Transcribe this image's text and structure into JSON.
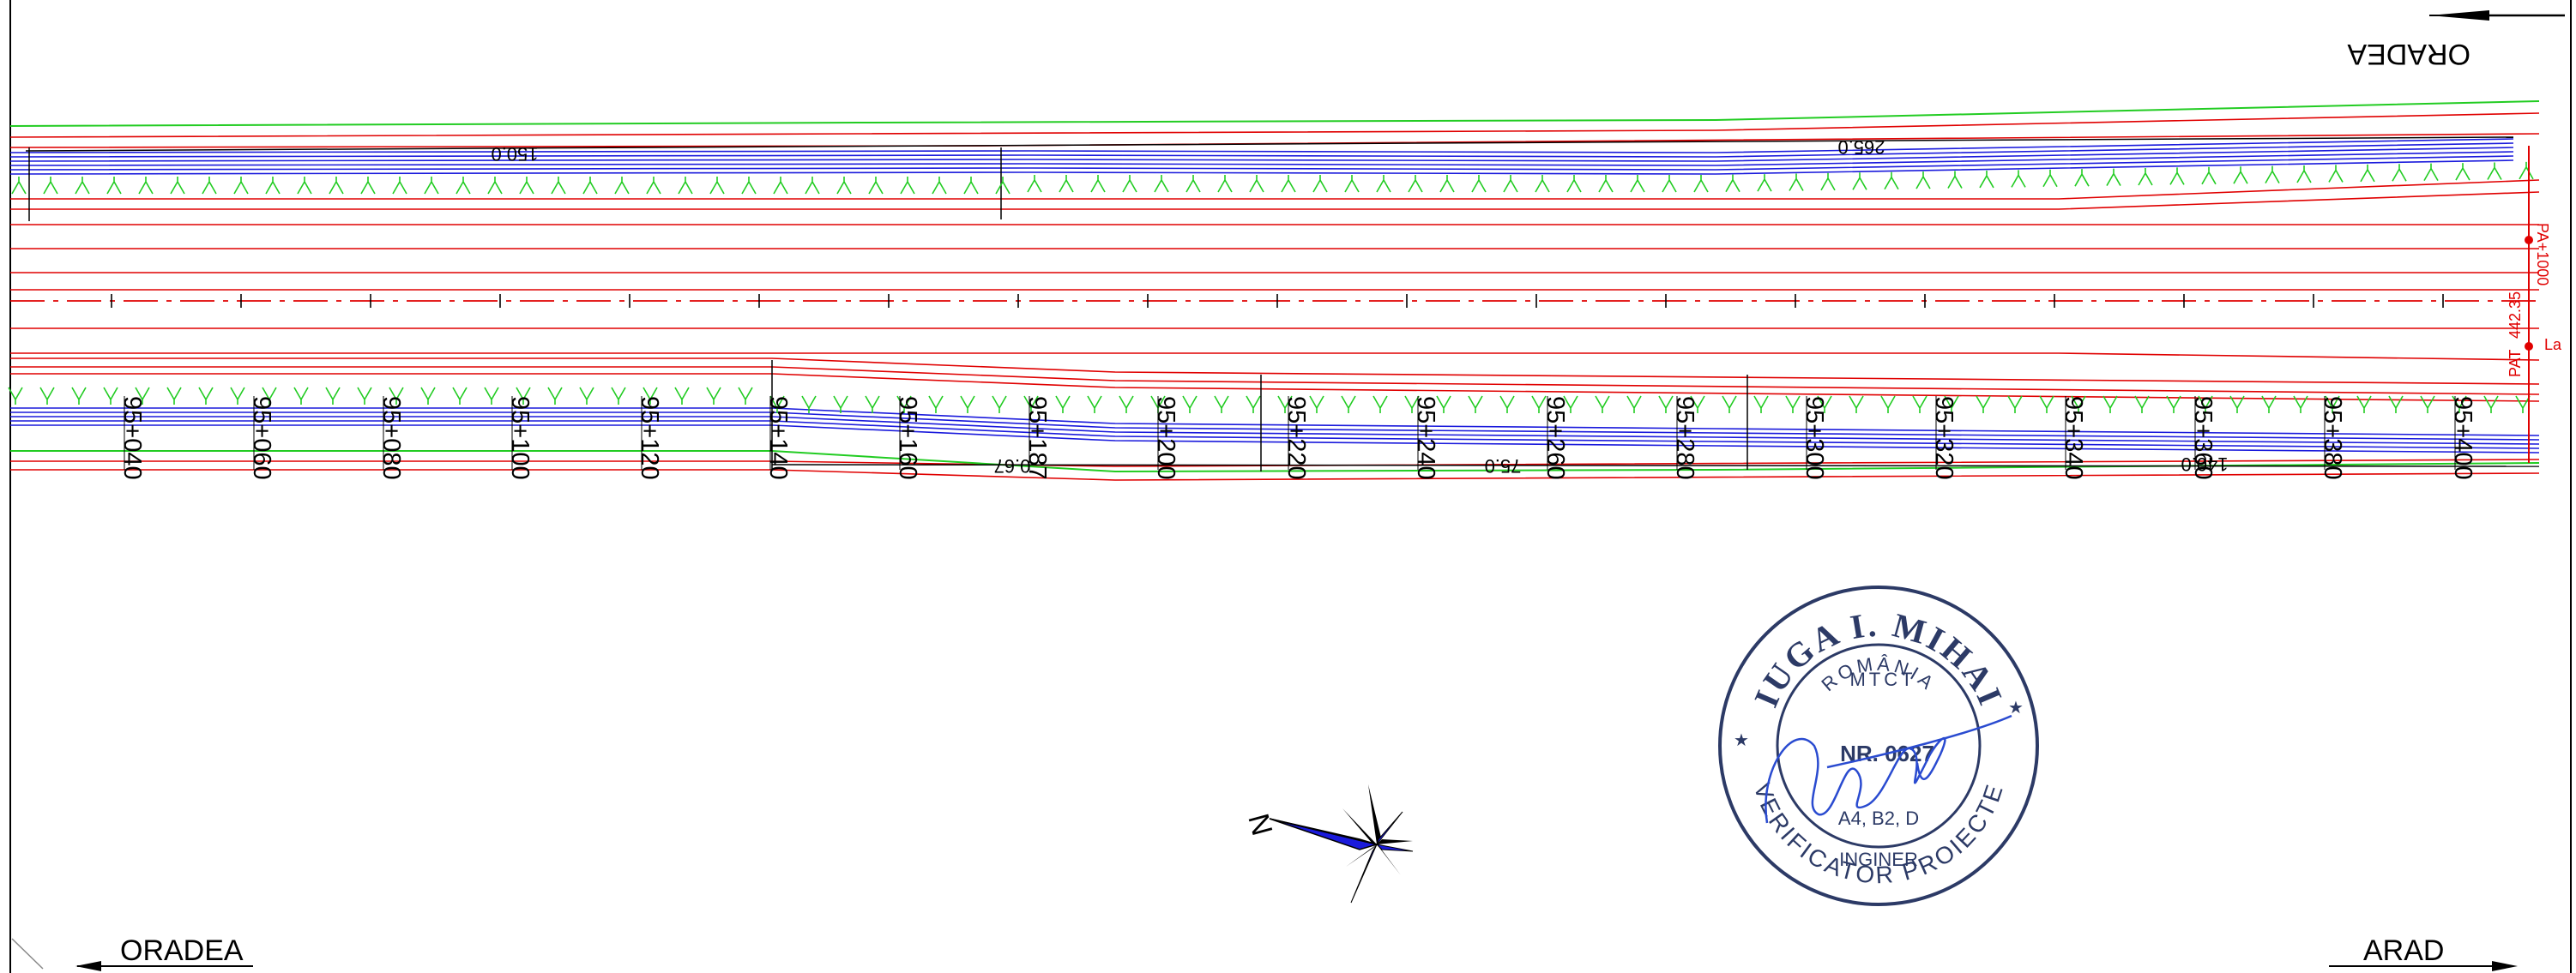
{
  "directions": {
    "top_right": "ORADEA",
    "bottom_left": "ORADEA",
    "bottom_right": "ARAD"
  },
  "stations": [
    "95+040",
    "95+060",
    "95+080",
    "95+100",
    "95+120",
    "95+140",
    "95+160",
    "95+187",
    "95+200",
    "95+220",
    "95+240",
    "95+260",
    "95+280",
    "95+300",
    "95+320",
    "95+340",
    "95+360",
    "95+380",
    "95+400"
  ],
  "dimensions": {
    "top_left": "150.0",
    "top_right": "265.0",
    "bottom_a": "0.67",
    "bottom_b": "75.0",
    "bottom_c": "140.0"
  },
  "right_edge_labels": {
    "label_a": "PA+1000",
    "label_b": "PAT",
    "label_c": "442.35",
    "label_d": "La"
  },
  "stamp": {
    "name": "IUGA I. MIHAI",
    "country": "ROMÂNIA",
    "agency": "MTCT",
    "number": "NR. 0627",
    "categories": "A4, B2, D",
    "role": "INGINER",
    "ring_bottom": "VERIFICATOR PROIECTE"
  },
  "compass": {
    "north_label": "N"
  },
  "colors": {
    "road_edge": "#e00000",
    "ditch": "#1a1adc",
    "embankment": "#22cc22",
    "stamp_ink": "#2c3a66",
    "signature_ink": "#2a4bd0"
  }
}
